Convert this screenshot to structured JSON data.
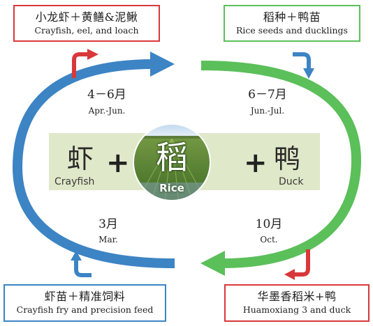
{
  "colors": {
    "blue": "#3c84c4",
    "green": "#5bbf5a",
    "red": "#d9383a",
    "band": "#dfe8c8"
  },
  "boxes": {
    "top_left": {
      "zh": "小龙虾＋黄鳝&泥鳅",
      "en": "Crayfish, eel, and loach"
    },
    "top_right": {
      "zh": "稻种＋鸭苗",
      "en": "Rice seeds and ducklings"
    },
    "bottom_left": {
      "zh": "虾苗＋精准饲料",
      "en": "Crayfish fry and precision feed"
    },
    "bottom_right": {
      "zh": "华墨香稻米+鸭",
      "en": "Huamoxiang 3 and duck"
    }
  },
  "periods": {
    "apr_jun": {
      "zh": "4－6月",
      "en": "Apr.-Jun."
    },
    "jun_jul": {
      "zh": "6－7月",
      "en": "Jun.-Jul."
    },
    "mar": {
      "zh": "3月",
      "en": "Mar."
    },
    "oct": {
      "zh": "10月",
      "en": "Oct."
    }
  },
  "center": {
    "crayfish_zh": "虾",
    "crayfish_en": "Crayfish",
    "rice_zh": "稻",
    "rice_en": "Rice",
    "duck_zh": "鸭",
    "duck_en": "Duck",
    "plus": "+"
  },
  "icons": [
    "curved-arrow-red",
    "curved-arrow-blue",
    "cycle-arrow-blue",
    "cycle-arrow-green",
    "rice-field-photo"
  ]
}
